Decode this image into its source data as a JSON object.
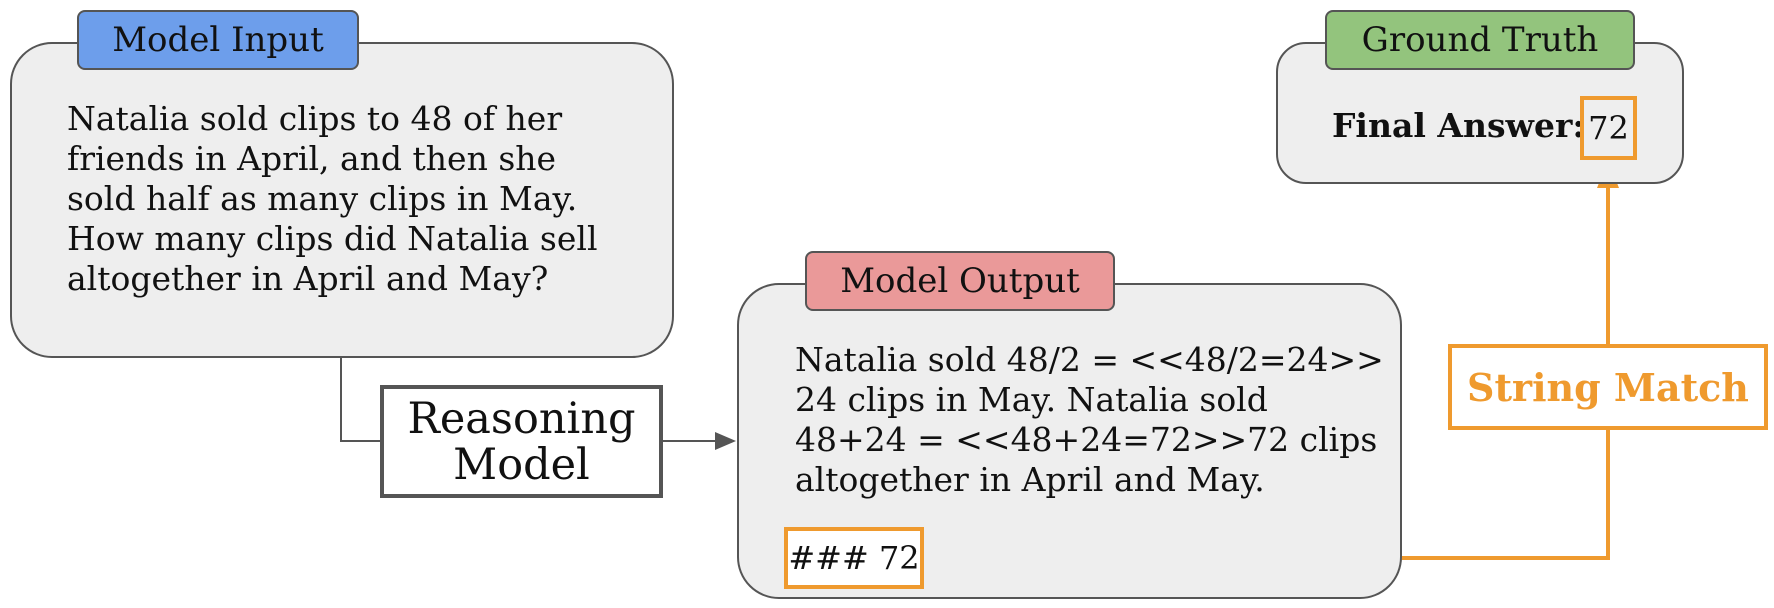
{
  "colors": {
    "panel_fill": "#eeeeee",
    "outline": "#555555",
    "input_tab": "#6d9eeb",
    "output_tab": "#ea9999",
    "truth_tab": "#93c47d",
    "highlight": "#ef9a2e"
  },
  "model_input": {
    "tab_label": "Model Input",
    "lines": [
      "Natalia sold clips to 48 of her",
      "friends in April, and then she",
      "sold half as many clips in May.",
      "How many clips did Natalia sell",
      "altogether in April and May?"
    ]
  },
  "reasoning_model": {
    "lines": [
      "Reasoning",
      "Model"
    ]
  },
  "model_output": {
    "tab_label": "Model Output",
    "lines": [
      "Natalia sold 48/2 = <<48/2=24>>",
      "24 clips in May. Natalia sold",
      "48+24 = <<48+24=72>>72 clips",
      "altogether in April and May."
    ],
    "answer_marker": "### 72"
  },
  "string_match": {
    "label": "String Match"
  },
  "ground_truth": {
    "tab_label": "Ground Truth",
    "final_answer_label": "Final Answer:",
    "value": "72"
  }
}
